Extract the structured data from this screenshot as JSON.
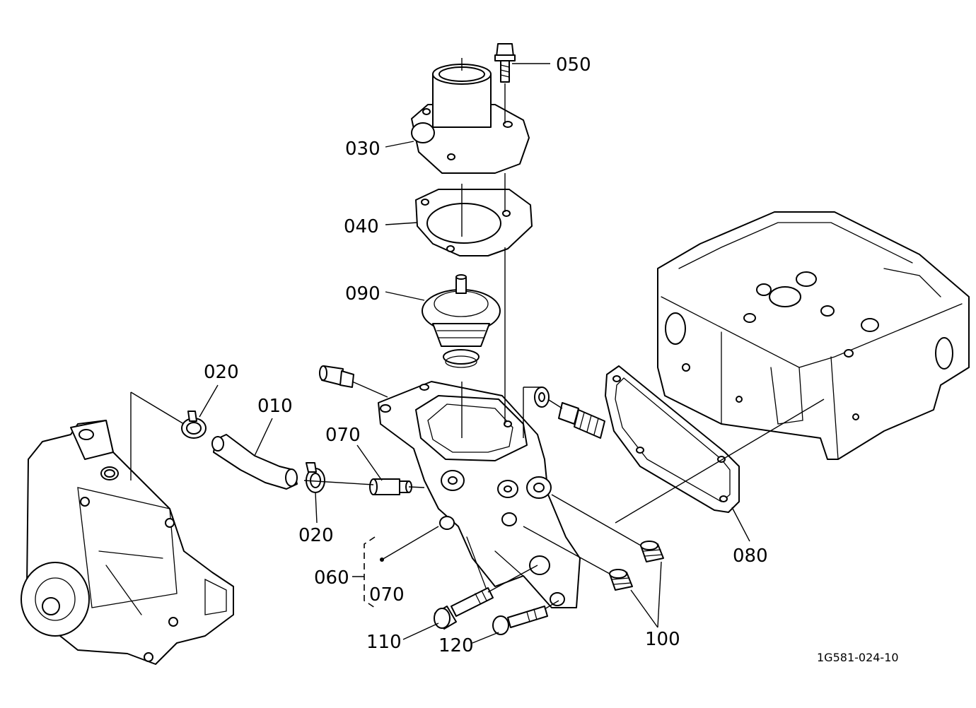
{
  "callouts": {
    "p050": "050",
    "p030": "030",
    "p040": "040",
    "p090": "090",
    "p020_top": "020",
    "p010": "010",
    "p070_top": "070",
    "p020_bottom": "020",
    "p060": "060",
    "p070_bottom": "070",
    "p110": "110",
    "p120": "120",
    "p100": "100",
    "p080": "080"
  },
  "reference_code": "1G581-024-10"
}
